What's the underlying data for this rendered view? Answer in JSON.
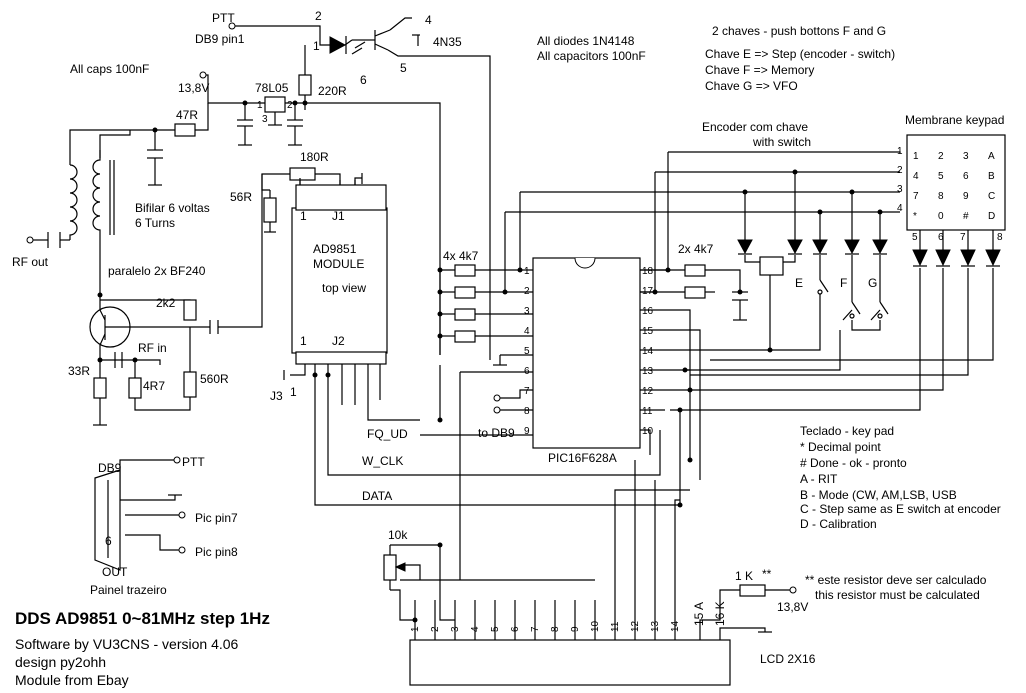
{
  "labels": {
    "ptt": "PTT",
    "db9pin1": "DB9 pin1",
    "opto": "4N35",
    "optopin1": "1",
    "optopin2": "2",
    "optopin4": "4",
    "optopin5": "5",
    "optopin6": "6",
    "r220": "220R",
    "allcaps": "All caps 100nF",
    "v138": "13,8V",
    "reg": "78L05",
    "regpin1": "1",
    "regpin2": "2",
    "regpin3": "3",
    "r47": "47R",
    "r180": "180R",
    "r56": "56R",
    "bifilar1": "Bifilar 6 voltas",
    "bifilar2": "6 Turns",
    "rfout": "RF out",
    "paralelo": "paralelo 2x BF240",
    "r2k2": "2k2",
    "rfin": "RF in",
    "r33": "33R",
    "r4r7": "4R7",
    "r560": "560R",
    "module1": "AD9851",
    "module2": "MODULE",
    "module3": "top view",
    "j1": "J1",
    "j1pin": "1",
    "j2": "J2",
    "j2pin": "1",
    "j3": "J3",
    "j3pin": "1",
    "fqud": "FQ_UD",
    "wclk": "W_CLK",
    "data": "DATA",
    "r4k7a": "4x 4k7",
    "r4k7b": "2x 4k7",
    "pic": "PIC16F628A",
    "todb9": "to DB9",
    "diodes": "All diodes 1N4148",
    "capsnf": "All capacitors 100nF",
    "chaves1": "2 chaves - push bottons F and G",
    "chaves2": "Chave E => Step (encoder - switch)",
    "chaves3": "Chave F => Memory",
    "chaves4": "Chave G => VFO",
    "encoder1": "Encoder com chave",
    "encoder2": "with switch",
    "membrane": "Membrane keypad",
    "swE": "E",
    "swF": "F",
    "swG": "G",
    "db9": "DB9",
    "dbptt": "PTT",
    "picpin7": "Pic pin7",
    "picpin8": "Pic pin8",
    "db9six": "6",
    "out": "OUT",
    "painel": "Painel trazeiro",
    "pot": "10k",
    "r1k": "1 K",
    "stars": "**",
    "v138b": "13,8V",
    "note1": "** este resistor deve ser calculado",
    "note2": "this resistor must be calculated",
    "lcd": "LCD 2X16",
    "lcdpin15": "15 A",
    "lcdpin16": "16 K",
    "title": "DDS AD9851 0~81MHz step 1Hz",
    "credit1": "Software by VU3CNS - version 4.06",
    "credit2": "design py2ohh",
    "credit3": "Module from Ebay",
    "kp1": "Teclado - key pad",
    "kp2": "* Decimal point",
    "kp3": "# Done - ok - pronto",
    "kp4": "A - RIT",
    "kp5": "B -  Mode (CW, AM,LSB, USB",
    "kp6": "C - Step same as  E switch at encoder",
    "kp7": "D - Calibration"
  },
  "pic_pins_left": [
    "1",
    "2",
    "3",
    "4",
    "5",
    "6",
    "7",
    "8",
    "9"
  ],
  "pic_pins_right": [
    "18",
    "17",
    "16",
    "15",
    "14",
    "13",
    "12",
    "11",
    "10"
  ],
  "lcd_pins": [
    "1",
    "2",
    "3",
    "4",
    "5",
    "6",
    "7",
    "8",
    "9",
    "10",
    "11",
    "12",
    "13",
    "14"
  ],
  "keypad_keys": [
    "1",
    "2",
    "3",
    "A",
    "4",
    "5",
    "6",
    "B",
    "7",
    "8",
    "9",
    "C",
    "*",
    "0",
    "#",
    "D"
  ],
  "keypad_rows": [
    "1",
    "2",
    "3",
    "4"
  ],
  "keypad_cols": [
    "5",
    "6",
    "7",
    "8"
  ]
}
